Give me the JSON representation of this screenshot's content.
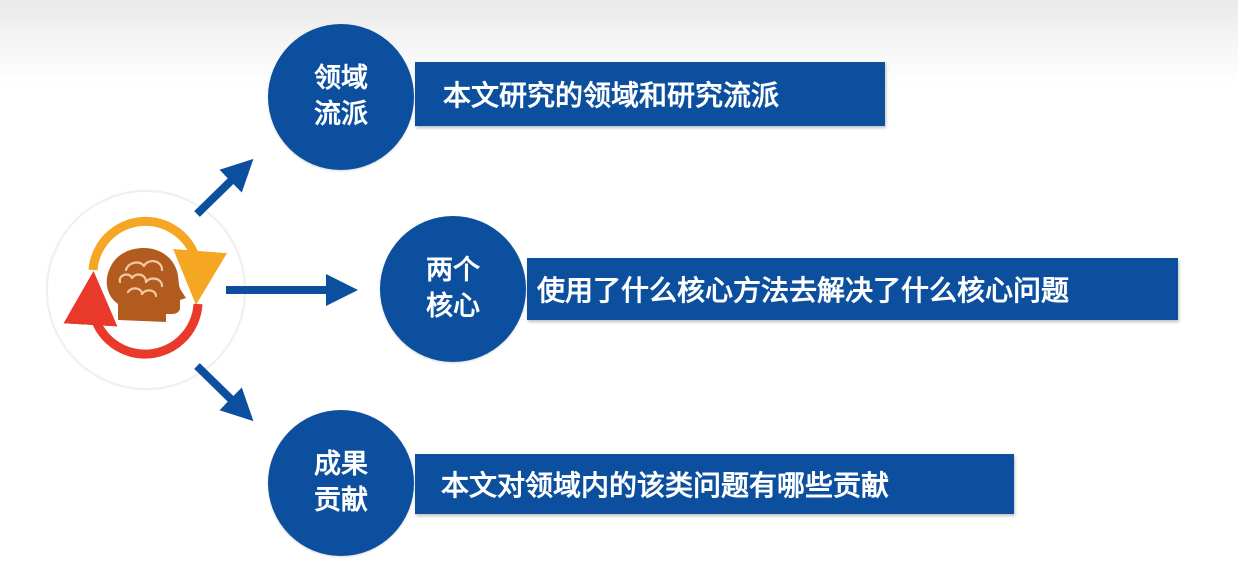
{
  "colors": {
    "primary_blue": "#0b4f9e",
    "cycle_orange": "#f5a623",
    "cycle_red": "#e8392b",
    "head_brown": "#b25b1e"
  },
  "icons": {
    "center": "head-brain-cycle-icon"
  },
  "nodes": [
    {
      "circle_label": "领域流派",
      "description": "本文研究的领域和研究流派"
    },
    {
      "circle_label": "两个核心",
      "description": "使用了什么核心方法去解决了什么核心问题"
    },
    {
      "circle_label": "成果贡献",
      "description": "本文对领域内的该类问题有哪些贡献"
    }
  ]
}
